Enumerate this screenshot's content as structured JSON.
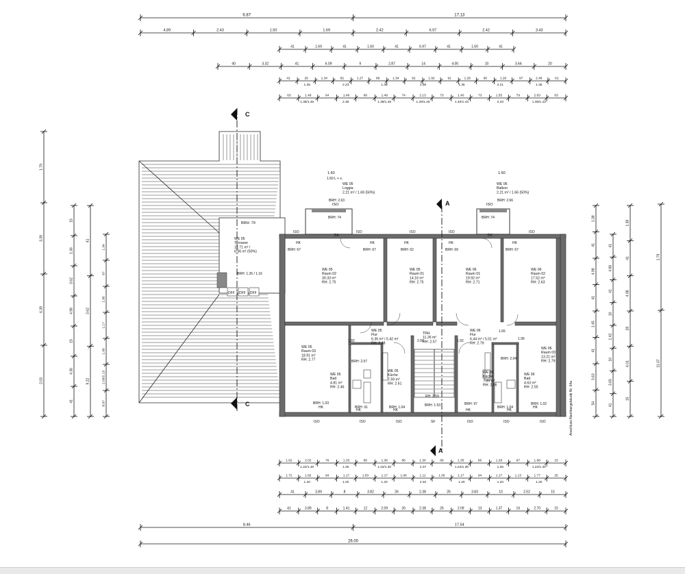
{
  "dimension_rows": {
    "top_overall": [
      "6.87",
      "17.13"
    ],
    "top_row_2": [
      "4.89",
      "2.43",
      "1.50",
      "1.69",
      "2.42",
      "6.97",
      "2.42",
      "3.43"
    ],
    "top_row_3": [
      "41",
      "1.69",
      "41",
      "1.60",
      "41",
      "6.97",
      "41",
      "1.60",
      "41"
    ],
    "top_row_4": [
      "40",
      "3.32",
      "41",
      "6.09",
      "9",
      "2.87",
      "14",
      "4.00",
      "10",
      "3.64",
      "20"
    ],
    "top_row_5": [
      "41",
      "26",
      "1.34",
      "82",
      "1.27",
      "86",
      "1.34",
      "92",
      "1.92",
      "91",
      "1.26",
      "90",
      "1.26",
      "97",
      "2.46",
      "61"
    ],
    "top_row_5_sub": [
      "1.35",
      "2.23",
      "1.35",
      "1.35",
      "1.35",
      "2.21",
      "1.35"
    ],
    "top_row_6": [
      "63",
      "1.49",
      "64",
      "1.48",
      "66",
      "1.49",
      "74",
      "2.13",
      "73",
      "1.40",
      "73",
      "1.55",
      "79",
      "2.63",
      "63"
    ],
    "top_row_6_sub": [
      "1.39/1.46",
      "2.36",
      "1.39/1.46",
      "1.29/1.46",
      "1.40/1.43",
      "2.33",
      "1.39/1.43"
    ],
    "bottom_row_1": [
      "1.62",
      "2.02",
      "76",
      "1.33",
      "85",
      "1.36",
      "86",
      "1.30",
      "89",
      "1.35",
      "80",
      "1.28",
      "97",
      "1.98",
      "15"
    ],
    "bottom_row_1_sub": [
      "1.22/1.30",
      "1.26",
      "1.22/1.30",
      "2.37",
      "1.24/1.36",
      "1.26",
      "1.22/1.30"
    ],
    "bottom_row_2": [
      "1.72",
      "1.82",
      "94",
      "1.17",
      "1.03",
      "1.17",
      "1.06",
      "1.11",
      "1.05",
      "1.17",
      "94",
      "1.17",
      "1.13",
      "1.77",
      "25"
    ],
    "bottom_row_2_sub": [
      "1.20",
      "1.20",
      "1.20",
      "2.32",
      "1.20",
      "1.20",
      "1.20"
    ],
    "bottom_row_3": [
      "41",
      "3.89",
      "8",
      "3.82",
      "26",
      "2.38",
      "26",
      "3.83",
      "10",
      "2.52",
      "15"
    ],
    "bottom_row_4": [
      "41",
      "3.89",
      "8",
      "1.41",
      "12",
      "2.09",
      "26",
      "2.38",
      "26",
      "2.09",
      "13",
      "1.37",
      "16",
      "2.70",
      "15"
    ],
    "bottom_row_5": [
      "8.46",
      "17.54"
    ],
    "bottom_overall": [
      "26.00"
    ],
    "left_col_1": [
      "1.79",
      "3.39",
      "6.39",
      "2.03"
    ],
    "left_col_2": [
      "15",
      "1.36",
      "3.62",
      "4.98",
      "15",
      "4.36",
      "41"
    ],
    "left_col_3": [
      "41",
      "3.62",
      "9.22"
    ],
    "left_col_4": [
      "1.34",
      "67",
      "1.95",
      "1.17",
      "1.09",
      "2.03/2.13",
      "8.97"
    ],
    "right_col_1": [
      "1.38",
      "41",
      "4.98",
      "41",
      "1.45",
      "41",
      "3.63",
      "54"
    ],
    "right_col_2": [
      "41",
      "4.98",
      "41",
      "10",
      "1.42",
      "10",
      "3.65",
      "41"
    ],
    "right_col_3": [
      "1.38",
      "41",
      "4.98",
      "28",
      "6.01",
      "15"
    ],
    "right_col_4": [
      "1.79",
      "11.07"
    ]
  },
  "rooms": [
    {
      "name": "WE 05",
      "label": "Terrasse",
      "area": "12.71 m² /",
      "area2": "6.36 m² (50%)",
      "height": ""
    },
    {
      "name": "WE 05",
      "label": "Raum 02",
      "area": "30.33 m²",
      "area2": "",
      "height": "RH: 2.75"
    },
    {
      "name": "WE 05",
      "label": "Raum 01",
      "area": "14.16 m²",
      "area2": "",
      "height": "RH: 2.75"
    },
    {
      "name": "WE 06",
      "label": "Raum 01",
      "area": "19.92 m²",
      "area2": "",
      "height": "RH: 2.71"
    },
    {
      "name": "WE 06",
      "label": "Raum 02",
      "area": "17.52 m²",
      "area2": "",
      "height": "RH: 2.63"
    },
    {
      "name": "WE 05",
      "label": "Raum 03",
      "area": "18.91 m²",
      "area2": "",
      "height": "RH: 2.77"
    },
    {
      "name": "WE 05",
      "label": "Flur",
      "area": "6.36 m² / 5.42 m²",
      "area2": "",
      "height": "RH: 2.48"
    },
    {
      "name": "WE 05",
      "label": "Bad",
      "area": "4.81 m²",
      "area2": "",
      "height": "RH: 2.46"
    },
    {
      "name": "WE 05",
      "label": "Küche",
      "area": "7.59 m²",
      "area2": "",
      "height": "RH: 2.61"
    },
    {
      "name": "",
      "label": "TRH",
      "area": "11.26 m²",
      "area2": "",
      "height": "RH: 2.57"
    },
    {
      "name": "WE 06",
      "label": "Flur",
      "area": "6.44 m² / 5.51 m²",
      "area2": "",
      "height": "RH: 2.79"
    },
    {
      "name": "WE 06",
      "label": "Küche",
      "area": "7.89 m²",
      "area2": "",
      "height": "RH: 2.66"
    },
    {
      "name": "WE 06",
      "label": "Raum 03",
      "area": "13.21 m²",
      "area2": "",
      "height": "RH: 2.79"
    },
    {
      "name": "WE 06",
      "label": "Bad",
      "area": "4.63 m²",
      "area2": "",
      "height": "RH: 2.55"
    },
    {
      "name": "WE 05",
      "label": "Loggia",
      "area": "2.21 m² / 1.69 (50%)",
      "area2": "",
      "height": ""
    },
    {
      "name": "WE 06",
      "label": "Balkon",
      "area": "2.21 m² / 1.66 (50%)",
      "area2": "",
      "height": ""
    }
  ],
  "annotations": {
    "section_marker_c": "C",
    "section_marker_a": "A",
    "loggia_width": "1.60",
    "loggia_sub": "1.60 L + s.",
    "iso": "ISO",
    "hk": "HK",
    "dk": "DK",
    "dff": "DFF",
    "sf": "SF",
    "brh_79": "BRH: 79",
    "brh_67": "BRH: 67",
    "brh_62": "BRH: 62",
    "brh_69": "BRH: 69",
    "brh_74": "BRH: 74",
    "brh_126": "BRH: 1.26 / 1.16",
    "brh_103": "BRH: 1.03",
    "brh_91": "BRH: 91",
    "brh_104": "BRH: 1.04",
    "brh_153": "BRH: 1.53",
    "brh_97": "BRH: 97",
    "brh_102": "BRH: 1.02",
    "brh_263": "BRH: 2.63",
    "brh_266": "BRH: 2.66",
    "rh_259": "RH: 2.59",
    "brh_257": "BRH: 2.57",
    "brh_204": "BRH: 2.04",
    "dim_196": "1.96",
    "dim_192": "1.92",
    "dim_200": "2.00",
    "dim_192b": "1.92",
    "dim_165": "1.65",
    "dim_120": "1.20",
    "dim_116": "1.16",
    "side_note": "Anschluss Nachbargebäude Nr. 64a"
  }
}
